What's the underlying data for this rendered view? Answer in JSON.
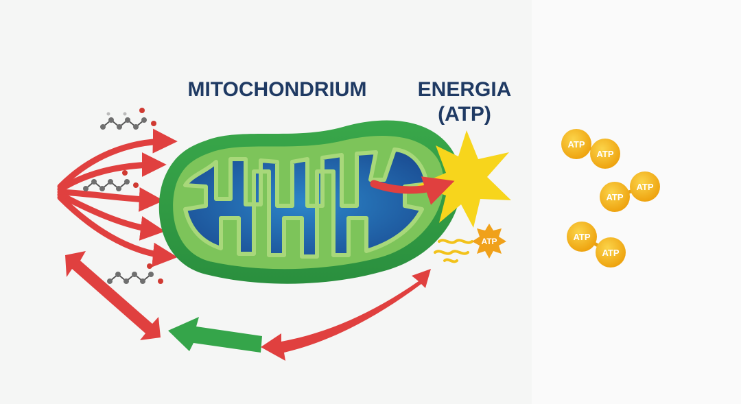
{
  "title": "MITOCHONDRIUM",
  "energy_label_line1": "ENERGIA",
  "energy_label_line2": "(ATP)",
  "atp_label": "ATP",
  "colors": {
    "title_text": "#1f3a63",
    "outer_membrane": "#2e9a45",
    "inner_membrane": "#7dc45a",
    "matrix": "#1f5ea8",
    "intake_arrow": "#e0403f",
    "cycle_arrow_red": "#e0403f",
    "cycle_arrow_green": "#35a54a",
    "burst": "#f7d51c",
    "atp_molecule": "#f2b515",
    "molecule_atom_gray": "#6f6f6f",
    "molecule_atom_red": "#d03a32"
  },
  "icons": [
    "molecule-icon",
    "energy-burst-icon",
    "atp-molecule-icon",
    "heat-wave-icon"
  ]
}
